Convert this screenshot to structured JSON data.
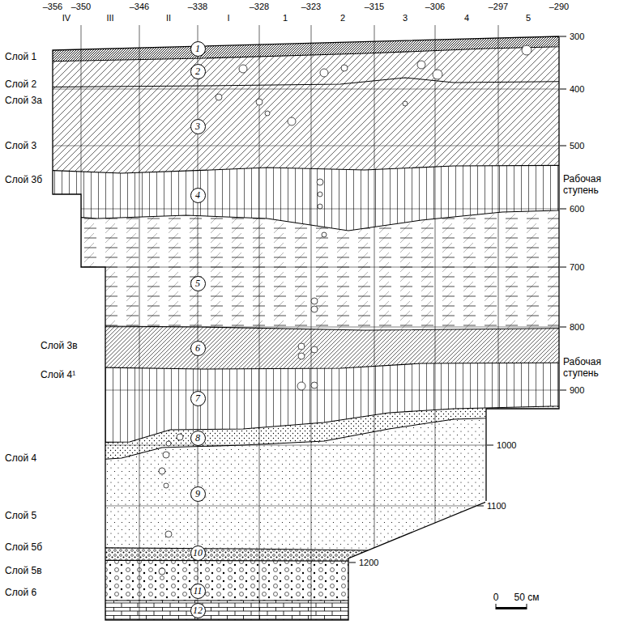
{
  "diagram": {
    "nodes": [
      {
        "text": [
          "1"
        ]
      },
      {
        "text": [
          "2"
        ]
      },
      {
        "text": [
          "3"
        ]
      },
      {
        "text": [
          "4"
        ]
      },
      {
        "text": [
          "5"
        ]
      },
      {
        "text": [
          "6"
        ]
      },
      {
        "text": [
          "7"
        ]
      },
      {
        "text": [
          "8"
        ]
      },
      {
        "text": [
          "9"
        ]
      },
      {
        "text": [
          "10"
        ]
      },
      {
        "text": [
          "11"
        ]
      },
      {
        "text": [
          "12"
        ]
      }
    ],
    "labels": [
      "–356",
      "–350",
      "–346",
      "–338",
      "–328",
      "–323",
      "–315",
      "–306",
      "–297",
      "–290",
      "IV",
      "III",
      "II",
      "I",
      "1",
      "2",
      "3",
      "4",
      "5",
      "Слой 1",
      "Слой 2",
      "Слой 3а",
      "Слой 3",
      "Слой 3б",
      "Слой 3в",
      "Слой 4¹",
      "Слой 4",
      "Слой 5",
      "Слой 5б",
      "Слой 5в",
      "Слой 6",
      "300",
      "400",
      "500",
      "600",
      "700",
      "800",
      "900",
      "1000",
      "1100",
      "1200",
      "Рабочая ступень",
      "Рабочая ступень",
      "0",
      "50 см"
    ]
  }
}
